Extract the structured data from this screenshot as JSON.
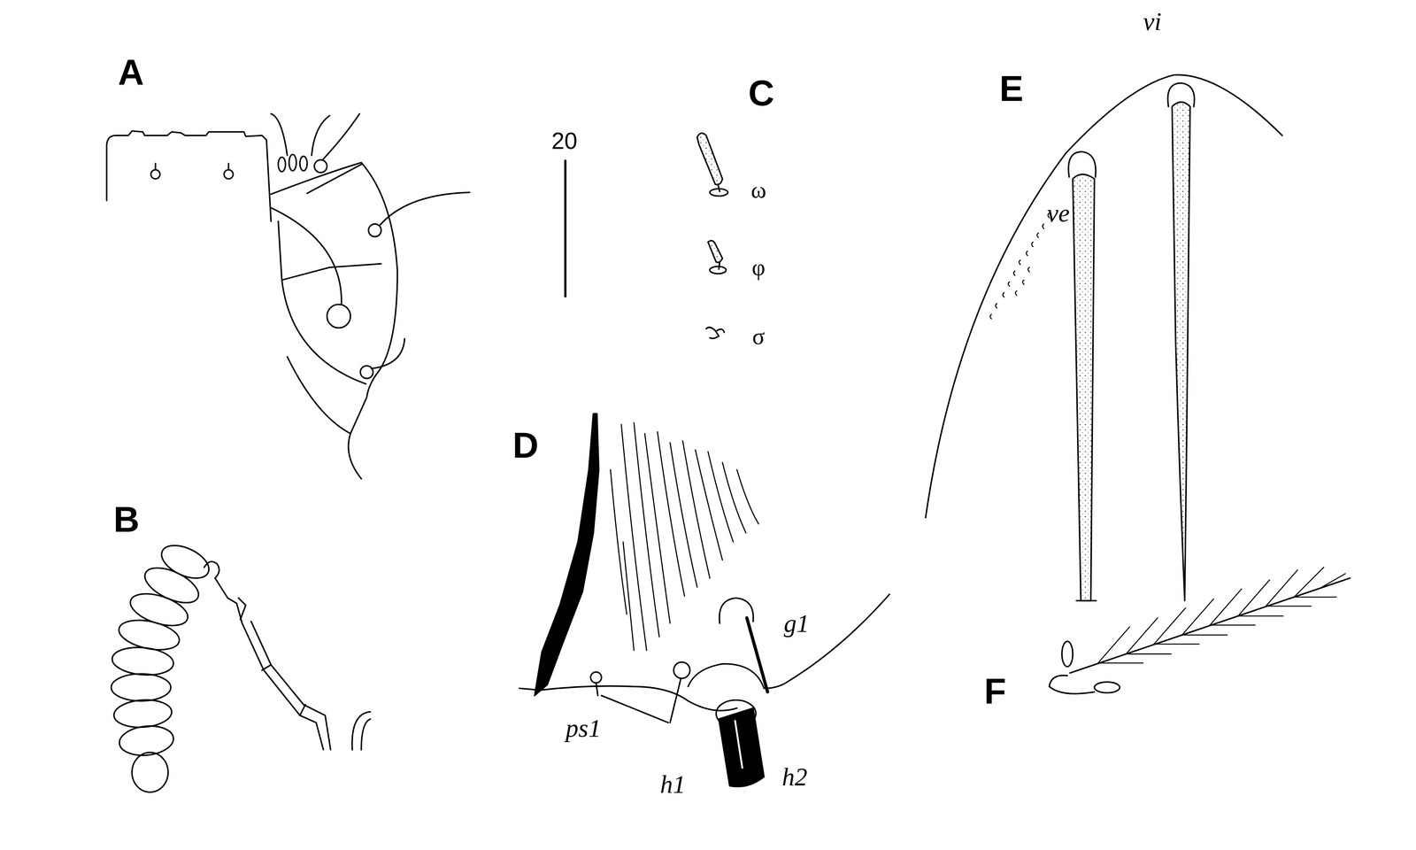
{
  "diagram": {
    "labels": [
      "A",
      "20",
      "C",
      "E",
      "vi",
      "ve",
      "ω",
      "φ",
      "σ",
      "B",
      "D",
      "g1",
      "ps1",
      "h1",
      "h2",
      "F"
    ]
  }
}
